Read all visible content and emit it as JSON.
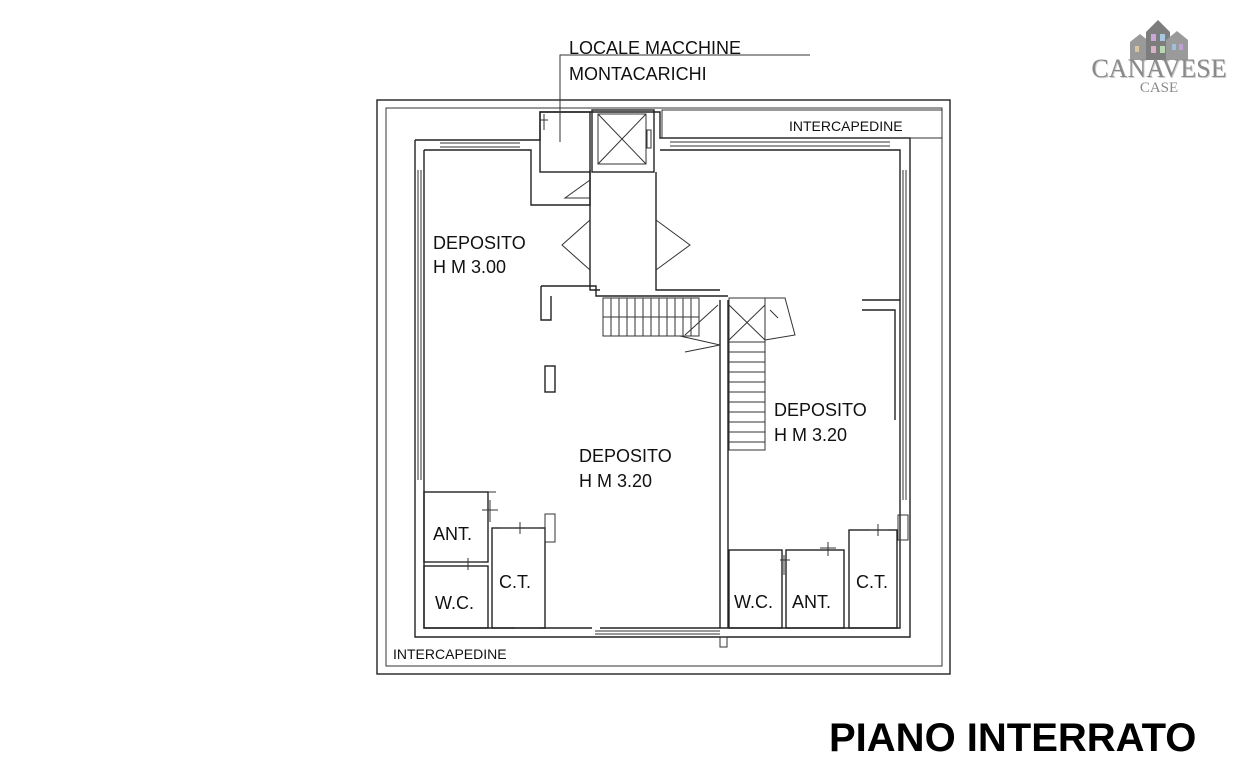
{
  "labels": {
    "machine_room_1": "LOCALE MACCHINE",
    "machine_room_2": "MONTACARICHI",
    "intercapedine_top": "INTERCAPEDINE",
    "intercapedine_bottom": "INTERCAPEDINE",
    "deposito_nw_name": "DEPOSITO",
    "deposito_nw_height": "H M 3.00",
    "deposito_center_name": "DEPOSITO",
    "deposito_center_height": "H M 3.20",
    "deposito_east_name": "DEPOSITO",
    "deposito_east_height": "H M 3.20",
    "ant_west": "ANT.",
    "wc_west": "W.C.",
    "ct_west": "C.T.",
    "wc_east": "W.C.",
    "ant_east": "ANT.",
    "ct_east": "C.T."
  },
  "title": "PIANO INTERRATO",
  "logo": {
    "main": "CANAVESE",
    "sub": "CASE"
  },
  "colors": {
    "line": "#222222",
    "logo": "#8a8a8a"
  }
}
